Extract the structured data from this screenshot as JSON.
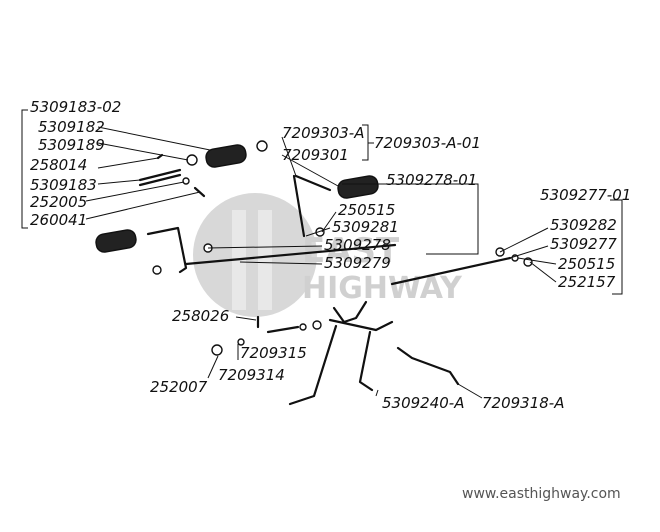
{
  "labels": {
    "group_left": "5309183-02",
    "l_5309182": "5309182",
    "l_5309189": "5309189",
    "l_258014": "258014",
    "l_5309183": "5309183",
    "l_252005": "252005",
    "l_260041": "260041",
    "l_7209303A": "7209303-A",
    "l_7209301": "7209301",
    "l_7209303A01": "7209303-A-01",
    "l_5309278_01": "5309278-01",
    "l_250515a": "250515",
    "l_5309281": "5309281",
    "l_5309278": "5309278",
    "l_5309279": "5309279",
    "l_5309277_01": "5309277-01",
    "l_5309282": "5309282",
    "l_5309277": "5309277",
    "l_250515b": "250515",
    "l_252157": "252157",
    "l_258026": "258026",
    "l_7209315": "7209315",
    "l_7209314": "7209314",
    "l_252007": "252007",
    "l_5309240A": "5309240-A",
    "l_7209318A": "7209318-A"
  },
  "watermark": {
    "line1": "EAST",
    "line2": "HIGHWAY"
  },
  "footer": {
    "url": "www.easthighway.com"
  }
}
